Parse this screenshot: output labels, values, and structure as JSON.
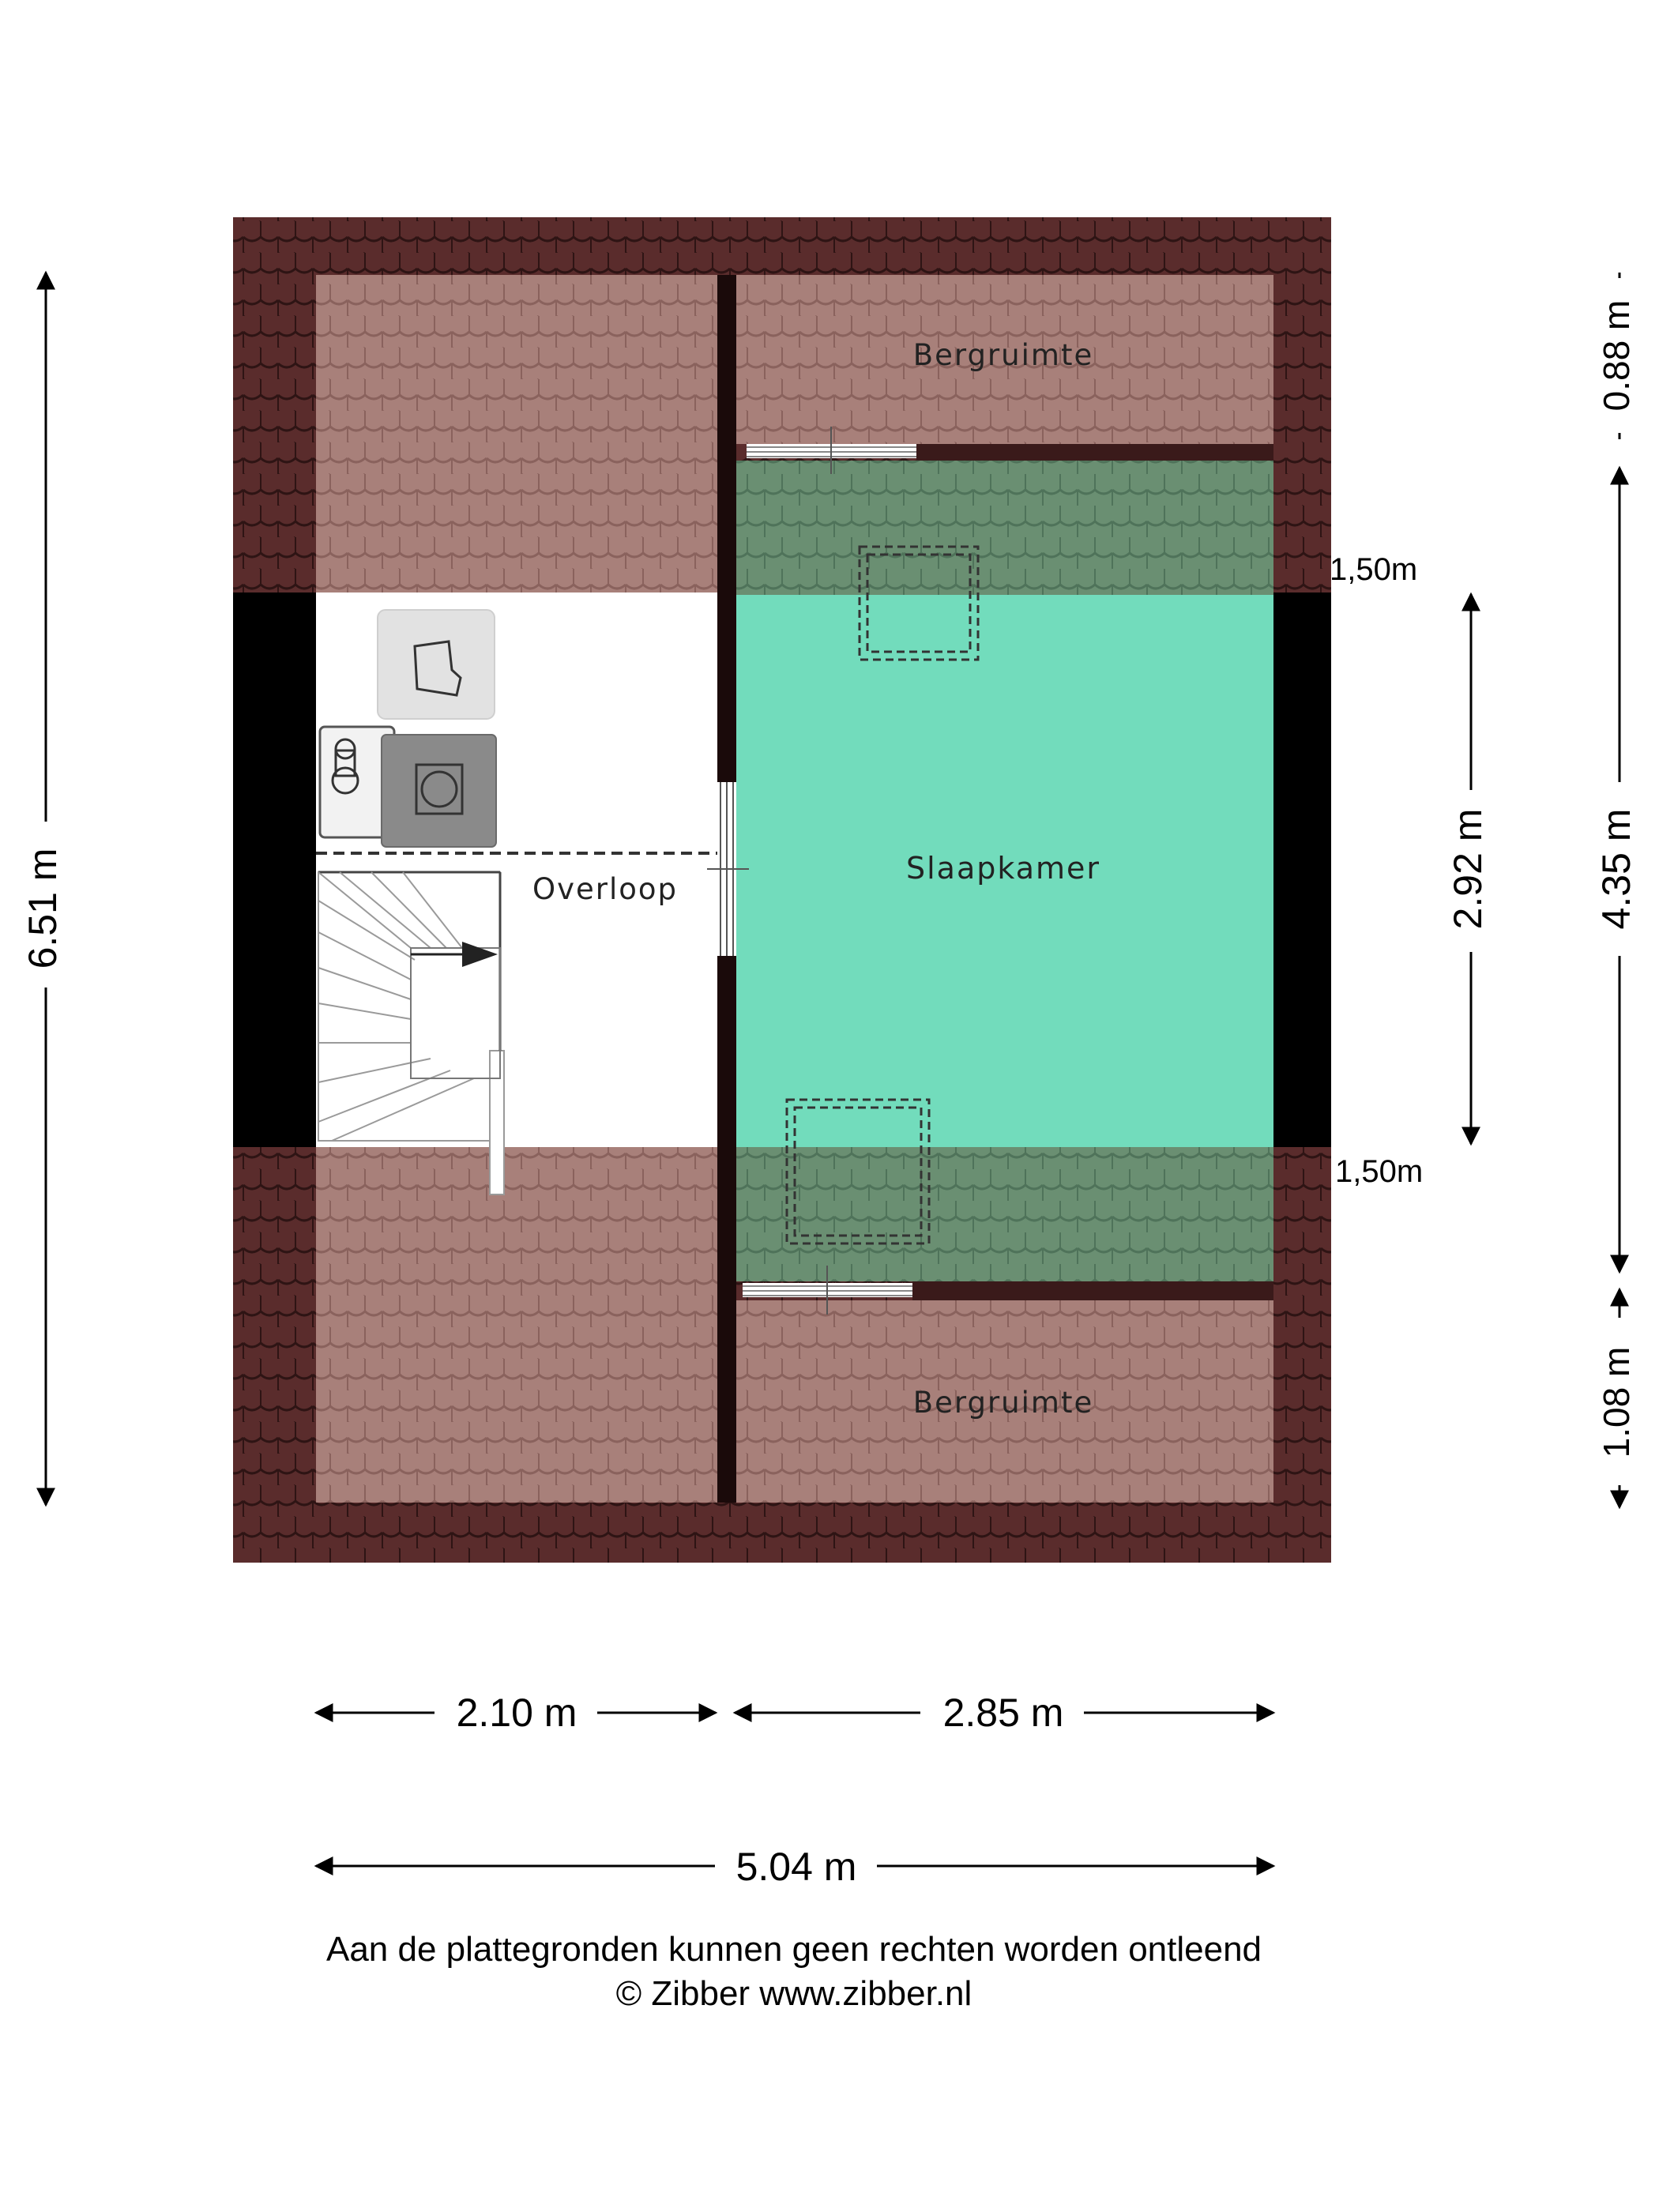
{
  "rooms": {
    "storage_top": "Bergruimte",
    "storage_bottom": "Bergruimte",
    "landing": "Overloop",
    "bedroom": "Slaapkamer"
  },
  "dimensions": {
    "total_height": "6.51 m",
    "top_storage_depth": "0.88 m",
    "bedroom_span": "4.35 m",
    "bedroom_full_height": "2.92 m",
    "bottom_storage_depth": "1.08 m",
    "headroom_top": "1,50m",
    "headroom_bottom": "1,50m",
    "width_left": "2.10 m",
    "width_right": "2.85 m",
    "width_total": "5.04 m"
  },
  "footer": {
    "disclaimer": "Aan de plattegronden kunnen geen rechten worden ontleend",
    "copyright": "© Zibber www.zibber.nl"
  },
  "colors": {
    "roof_outer": "#5a2c2c",
    "roof_inner": "#a8807a",
    "bedroom": "#72dcbc",
    "wall": "#000000",
    "floor": "#ffffff"
  },
  "icons": [
    "washing-machine-icon",
    "boiler-icon",
    "laundry-basket-icon",
    "staircase-icon",
    "skylight-icon"
  ]
}
